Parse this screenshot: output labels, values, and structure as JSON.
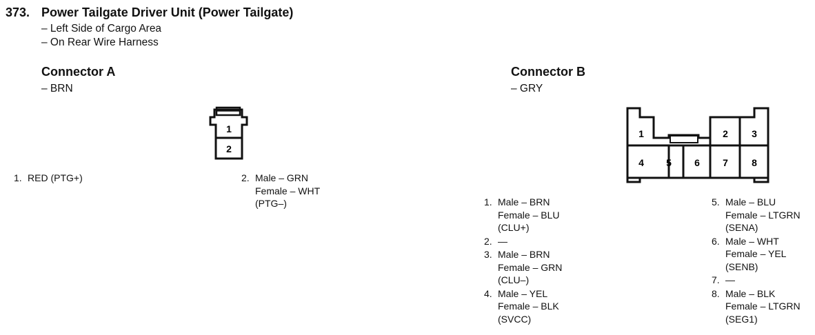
{
  "title": {
    "number": "373.",
    "text": "Power Tailgate Driver Unit (Power Tailgate)"
  },
  "locations": [
    "– Left Side of Cargo Area",
    "– On Rear Wire Harness"
  ],
  "connector_a": {
    "heading": "Connector A",
    "color": "– BRN",
    "cavity_labels": [
      "1",
      "2"
    ],
    "pins": [
      {
        "num": "1.",
        "lines": [
          "RED (PTG+)"
        ]
      },
      {
        "num": "2.",
        "lines": [
          "Male – GRN",
          "Female – WHT",
          "(PTG–)"
        ]
      }
    ]
  },
  "connector_b": {
    "heading": "Connector B",
    "color": "– GRY",
    "cavity_labels": [
      "1",
      "2",
      "3",
      "4",
      "5",
      "6",
      "7",
      "8"
    ],
    "pins_left": [
      {
        "num": "1.",
        "lines": [
          "Male – BRN",
          "Female – BLU",
          "(CLU+)"
        ]
      },
      {
        "num": "2.",
        "lines": [
          "—"
        ]
      },
      {
        "num": "3.",
        "lines": [
          "Male – BRN",
          "Female – GRN",
          "(CLU–)"
        ]
      },
      {
        "num": "4.",
        "lines": [
          "Male – YEL",
          "Female – BLK",
          "(SVCC)"
        ]
      }
    ],
    "pins_right": [
      {
        "num": "5.",
        "lines": [
          "Male – BLU",
          "Female – LTGRN",
          "(SENA)"
        ]
      },
      {
        "num": "6.",
        "lines": [
          "Male – WHT",
          "Female – YEL",
          "(SENB)"
        ]
      },
      {
        "num": "7.",
        "lines": [
          "—"
        ]
      },
      {
        "num": "8.",
        "lines": [
          "Male – BLK",
          "Female – LTGRN",
          "(SEG1)"
        ]
      }
    ]
  }
}
